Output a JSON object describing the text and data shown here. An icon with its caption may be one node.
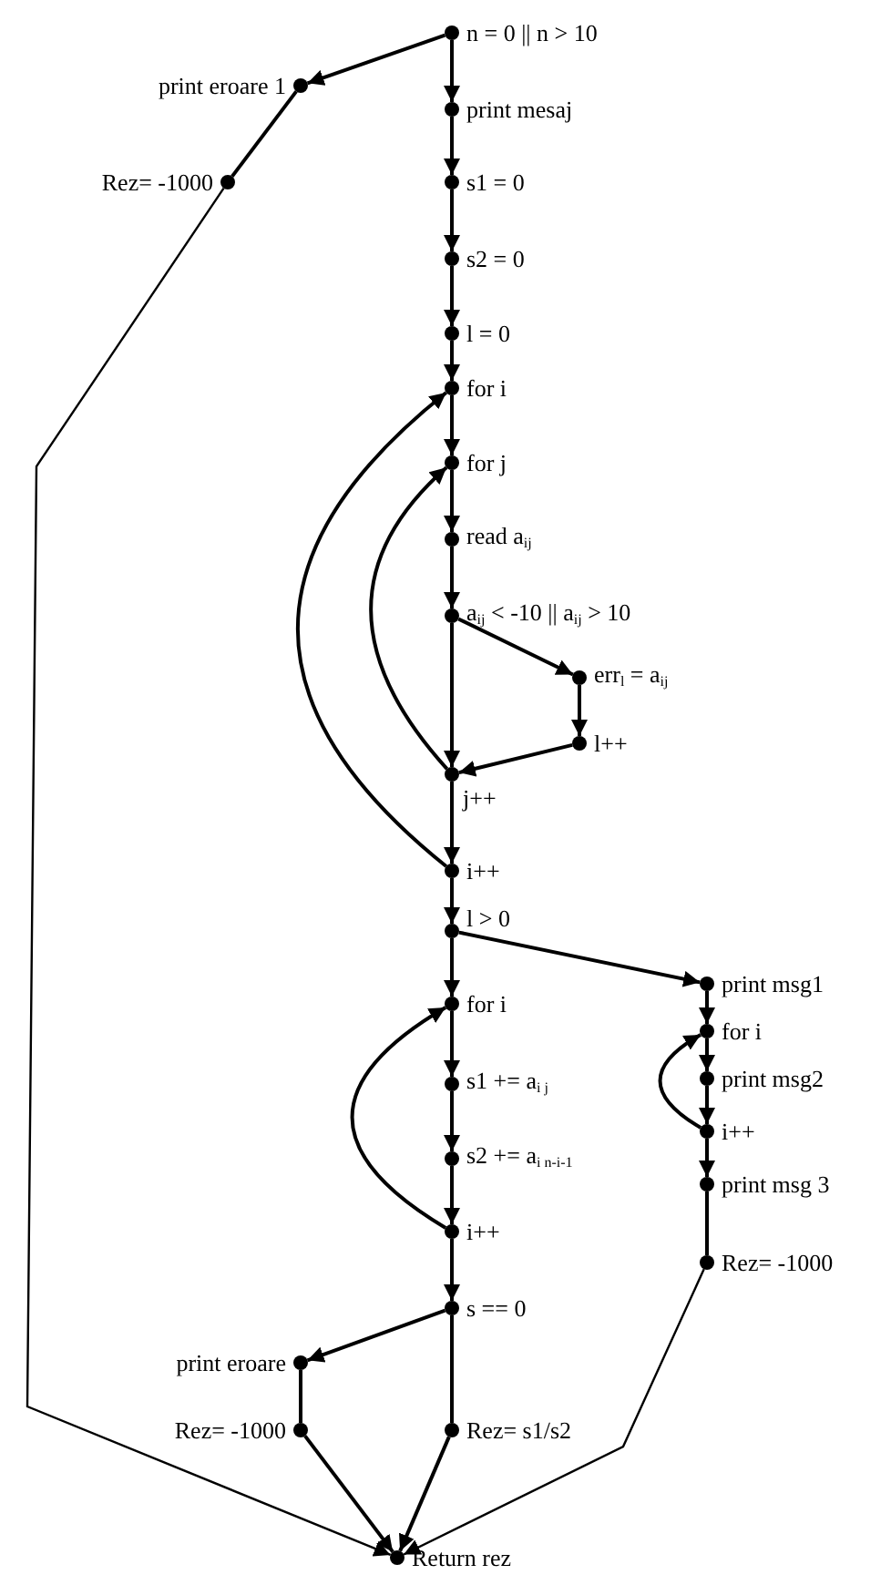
{
  "diagram": {
    "nodes": [
      {
        "text": [],
        "shape": "circle",
        "beside": [
          "n = 0 || n > 10"
        ]
      },
      {
        "text": [],
        "shape": "circle",
        "beside": [
          "print eroare 1"
        ]
      },
      {
        "text": [],
        "shape": "circle",
        "beside": [
          "Rez= -1000"
        ]
      },
      {
        "text": [],
        "shape": "circle",
        "beside": [
          "print mesaj"
        ]
      },
      {
        "text": [],
        "shape": "circle",
        "beside": [
          "s1 = 0"
        ]
      },
      {
        "text": [],
        "shape": "circle",
        "beside": [
          "s2 = 0"
        ]
      },
      {
        "text": [],
        "shape": "circle",
        "beside": [
          "l = 0"
        ]
      },
      {
        "text": [],
        "shape": "circle",
        "beside": [
          "for i"
        ]
      },
      {
        "text": [],
        "shape": "circle",
        "beside": [
          "for j"
        ]
      },
      {
        "text": [],
        "shape": "circle",
        "beside": [
          "read a$_{ij}$"
        ]
      },
      {
        "text": [],
        "shape": "circle",
        "beside": [
          "a$_{ij}$ < -10 || a$_{ij}$ > 10"
        ]
      },
      {
        "text": [],
        "shape": "circle",
        "beside": [
          "err$_{l}$ = a$_{ij}$"
        ]
      },
      {
        "text": [],
        "shape": "circle",
        "beside": [
          "l++"
        ]
      },
      {
        "text": [],
        "shape": "circle",
        "beside": [
          "j++"
        ]
      },
      {
        "text": [],
        "shape": "circle",
        "beside": [
          "i++"
        ]
      },
      {
        "text": [],
        "shape": "circle",
        "beside": [
          "l > 0"
        ]
      },
      {
        "text": [],
        "shape": "circle",
        "beside": [
          "for i"
        ]
      },
      {
        "text": [],
        "shape": "circle",
        "beside": [
          "s1 += a$_{i j}$"
        ]
      },
      {
        "text": [],
        "shape": "circle",
        "beside": [
          "s2 += a$_{i n-i-1}$"
        ]
      },
      {
        "text": [],
        "shape": "circle",
        "beside": [
          "i++"
        ]
      },
      {
        "text": [],
        "shape": "circle",
        "beside": [
          "s == 0"
        ]
      },
      {
        "text": [],
        "shape": "circle",
        "beside": [
          "print eroare"
        ]
      },
      {
        "text": [],
        "shape": "circle",
        "beside": [
          "Rez= -1000"
        ]
      },
      {
        "text": [],
        "shape": "circle",
        "beside": [
          "Rez= s1/s2"
        ]
      },
      {
        "text": [],
        "shape": "circle",
        "beside": [
          "Return rez"
        ]
      },
      {
        "text": [],
        "shape": "circle",
        "beside": [
          "print msg1"
        ]
      },
      {
        "text": [],
        "shape": "circle",
        "beside": [
          "for i"
        ]
      },
      {
        "text": [],
        "shape": "circle",
        "beside": [
          "print msg2"
        ]
      },
      {
        "text": [],
        "shape": "circle",
        "beside": [
          "i++"
        ]
      },
      {
        "text": [],
        "shape": "circle",
        "beside": [
          "print msg 3"
        ]
      },
      {
        "text": [],
        "shape": "circle",
        "beside": [
          "Rez= -1000"
        ]
      }
    ],
    "edges": [
      {
        "from": 0,
        "to": 1,
        "arrow": "to"
      },
      {
        "from": 1,
        "to": 2,
        "arrow": "none"
      },
      {
        "from": 2,
        "to": 24,
        "arrow": "to"
      },
      {
        "from": 0,
        "to": 3,
        "arrow": "to"
      },
      {
        "from": 3,
        "to": 4,
        "arrow": "to"
      },
      {
        "from": 4,
        "to": 5,
        "arrow": "to"
      },
      {
        "from": 5,
        "to": 6,
        "arrow": "to"
      },
      {
        "from": 6,
        "to": 7,
        "arrow": "to"
      },
      {
        "from": 7,
        "to": 8,
        "arrow": "to"
      },
      {
        "from": 8,
        "to": 9,
        "arrow": "to"
      },
      {
        "from": 9,
        "to": 10,
        "arrow": "to"
      },
      {
        "from": 10,
        "to": 11,
        "arrow": "to"
      },
      {
        "from": 11,
        "to": 12,
        "arrow": "to"
      },
      {
        "from": 12,
        "to": 13,
        "arrow": "to"
      },
      {
        "from": 10,
        "to": 13,
        "arrow": "to"
      },
      {
        "from": 13,
        "to": 8,
        "arrow": "to"
      },
      {
        "from": 13,
        "to": 14,
        "arrow": "to"
      },
      {
        "from": 14,
        "to": 7,
        "arrow": "to"
      },
      {
        "from": 14,
        "to": 15,
        "arrow": "to"
      },
      {
        "from": 15,
        "to": 16,
        "arrow": "to"
      },
      {
        "from": 15,
        "to": 25,
        "arrow": "to"
      },
      {
        "from": 16,
        "to": 17,
        "arrow": "to"
      },
      {
        "from": 17,
        "to": 18,
        "arrow": "to"
      },
      {
        "from": 18,
        "to": 19,
        "arrow": "to"
      },
      {
        "from": 19,
        "to": 16,
        "arrow": "to"
      },
      {
        "from": 19,
        "to": 20,
        "arrow": "to"
      },
      {
        "from": 20,
        "to": 21,
        "arrow": "to"
      },
      {
        "from": 20,
        "to": 23,
        "arrow": "none"
      },
      {
        "from": 21,
        "to": 22,
        "arrow": "none"
      },
      {
        "from": 22,
        "to": 24,
        "arrow": "to"
      },
      {
        "from": 23,
        "to": 24,
        "arrow": "to"
      },
      {
        "from": 25,
        "to": 26,
        "arrow": "to"
      },
      {
        "from": 26,
        "to": 27,
        "arrow": "to"
      },
      {
        "from": 27,
        "to": 28,
        "arrow": "to"
      },
      {
        "from": 28,
        "to": 26,
        "arrow": "to"
      },
      {
        "from": 28,
        "to": 29,
        "arrow": "to"
      },
      {
        "from": 29,
        "to": 30,
        "arrow": "none"
      },
      {
        "from": 30,
        "to": 24,
        "arrow": "to"
      }
    ]
  }
}
